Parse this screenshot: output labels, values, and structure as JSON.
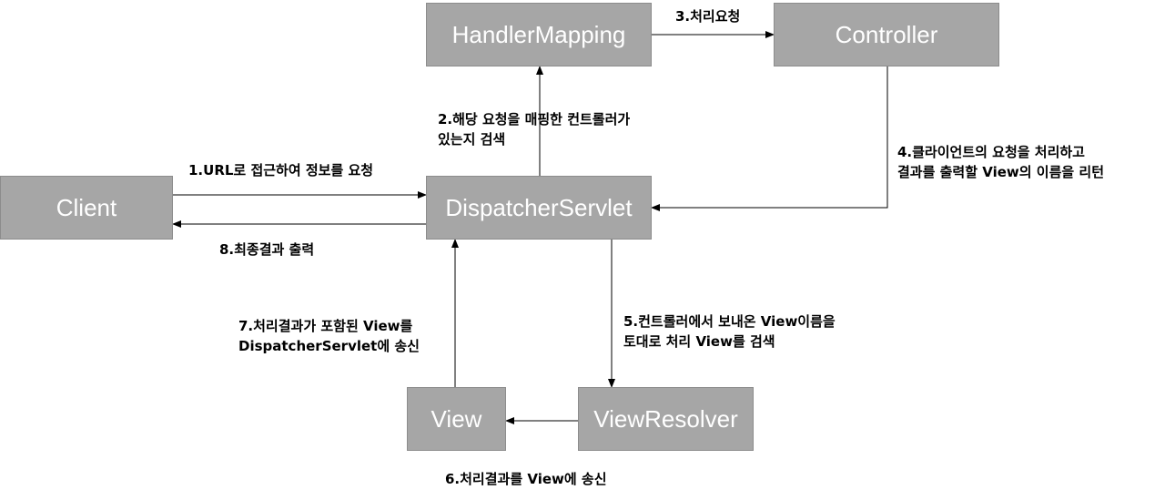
{
  "nodes": {
    "handler_mapping": "HandlerMapping",
    "controller": "Controller",
    "client": "Client",
    "dispatcher_servlet": "DispatcherServlet",
    "view": "View",
    "view_resolver": "ViewResolver"
  },
  "steps": {
    "s1": "1.URL로 접근하여 정보를 요청",
    "s2_line1": "2.해당 요청을 매핑한 컨트롤러가",
    "s2_line2": "있는지 검색",
    "s3": "3.처리요청",
    "s4_line1": "4.클라이언트의 요청을 처리하고",
    "s4_line2": "결과를 출력할 View의 이름을 리턴",
    "s5_line1": "5.컨트롤러에서 보내온 View이름을",
    "s5_line2": "토대로 처리 View를 검색",
    "s6": "6.처리결과를 View에 송신",
    "s7_line1": "7.처리결과가 포함된 View를",
    "s7_line2": "DispatcherServlet에 송신",
    "s8": "8.최종결과 출력"
  },
  "colors": {
    "box_fill": "#a6a6a6",
    "box_text": "#ffffff",
    "arrow": "#000000"
  }
}
